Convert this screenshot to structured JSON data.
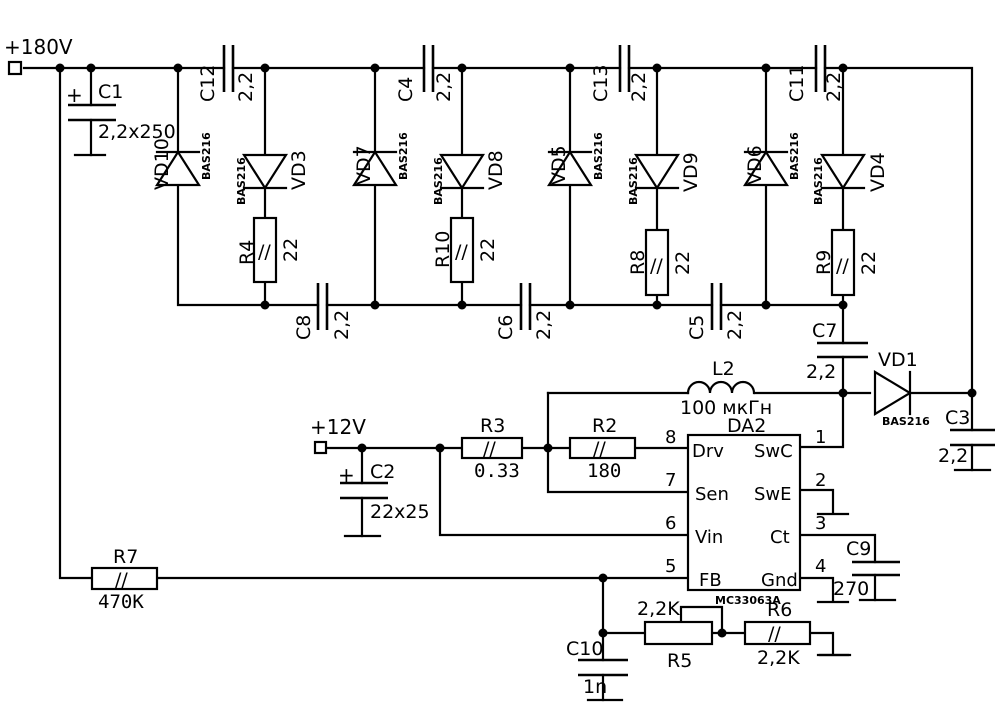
{
  "title": "MC33063A boost converter with voltage multiplier (+180V)",
  "terminals": {
    "v180": "+180V",
    "v12": "+12V"
  },
  "capacitors": {
    "C1": {
      "ref": "C1",
      "value": "2,2x250",
      "polarized": true
    },
    "C2": {
      "ref": "C2",
      "value": "22x25",
      "polarized": true
    },
    "C3": {
      "ref": "C3",
      "value": "2,2"
    },
    "C4": {
      "ref": "C4",
      "value": "2,2"
    },
    "C5": {
      "ref": "C5",
      "value": "2,2"
    },
    "C6": {
      "ref": "C6",
      "value": "2,2"
    },
    "C7": {
      "ref": "C7",
      "value": "2,2"
    },
    "C8": {
      "ref": "C8",
      "value": "2,2"
    },
    "C9": {
      "ref": "C9",
      "value": "270"
    },
    "C10": {
      "ref": "C10",
      "value": "1n"
    },
    "C11": {
      "ref": "C11",
      "value": "2,2"
    },
    "C12": {
      "ref": "C12",
      "value": "2,2"
    },
    "C13": {
      "ref": "C13",
      "value": "2,2"
    }
  },
  "resistors": {
    "R2": {
      "ref": "R2",
      "value": "180"
    },
    "R3": {
      "ref": "R3",
      "value": "0.33"
    },
    "R4": {
      "ref": "R4",
      "value": "22"
    },
    "R5": {
      "ref": "R5",
      "value": "2,2K",
      "variable": true
    },
    "R6": {
      "ref": "R6",
      "value": "2,2K"
    },
    "R7": {
      "ref": "R7",
      "value": "470K"
    },
    "R8": {
      "ref": "R8",
      "value": "22"
    },
    "R9": {
      "ref": "R9",
      "value": "22"
    },
    "R10": {
      "ref": "R10",
      "value": "22"
    }
  },
  "diodes": {
    "VD1": {
      "ref": "VD1",
      "part": "BAS216"
    },
    "VD3": {
      "ref": "VD3",
      "part": "BAS216"
    },
    "VD4": {
      "ref": "VD4",
      "part": "BAS216"
    },
    "VD5": {
      "ref": "VD5",
      "part": "BAS216"
    },
    "VD6": {
      "ref": "VD6",
      "part": "BAS216"
    },
    "VD7": {
      "ref": "VD7",
      "part": "BAS216"
    },
    "VD8": {
      "ref": "VD8",
      "part": "BAS216"
    },
    "VD9": {
      "ref": "VD9",
      "part": "BAS216"
    },
    "VD10": {
      "ref": "VD10",
      "part": "BAS216"
    }
  },
  "inductor": {
    "ref": "L2",
    "value": "100 мкГн"
  },
  "ic": {
    "ref": "DA2",
    "part": "MC33063A",
    "pins_left": [
      {
        "num": "8",
        "name": "Drv"
      },
      {
        "num": "7",
        "name": "Sen"
      },
      {
        "num": "6",
        "name": "Vin"
      },
      {
        "num": "5",
        "name": "FB"
      }
    ],
    "pins_right": [
      {
        "num": "1",
        "name": "SwC"
      },
      {
        "num": "2",
        "name": "SwE"
      },
      {
        "num": "3",
        "name": "Ct"
      },
      {
        "num": "4",
        "name": "Gnd"
      }
    ]
  }
}
